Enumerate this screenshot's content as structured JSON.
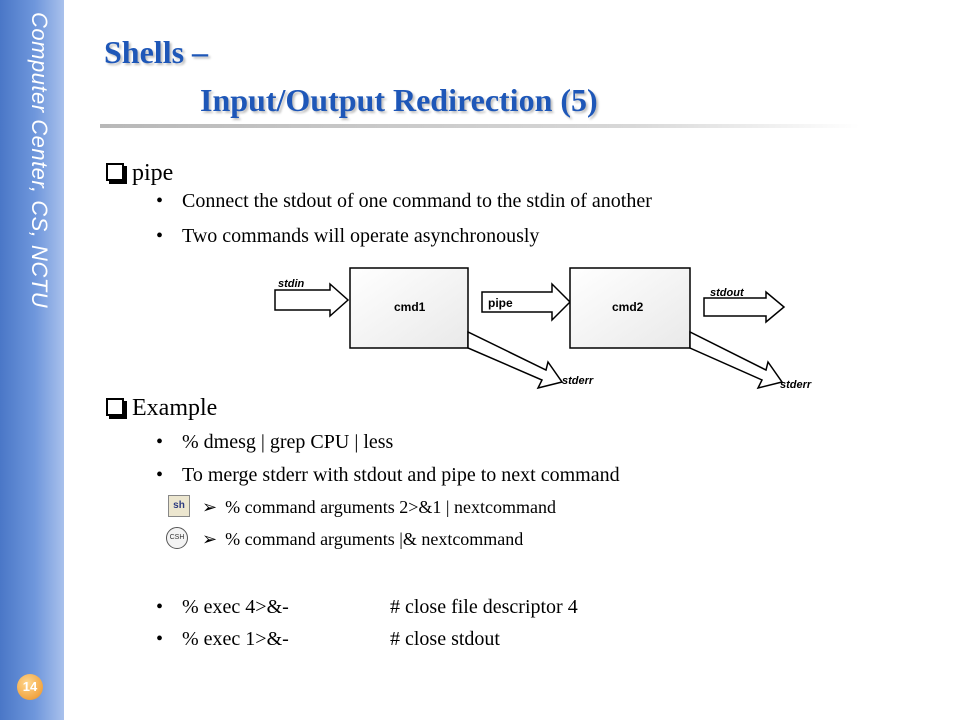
{
  "sidebar": {
    "text": "Computer Center, CS, NCTU",
    "page_number": "14"
  },
  "title": {
    "line1": "Shells –",
    "line2": "Input/Output Redirection (5)",
    "color": "#1e57b8"
  },
  "sections": {
    "pipe": {
      "heading": "pipe",
      "bullets": [
        "Connect the stdout of one command to the stdin of another",
        "Two commands will operate asynchronously"
      ]
    },
    "diagram": {
      "stdin": "stdin",
      "cmd1": "cmd1",
      "pipe": "pipe",
      "cmd2": "cmd2",
      "stdout": "stdout",
      "stderr1": "stderr",
      "stderr2": "stderr"
    },
    "example": {
      "heading": "Example",
      "bullet1": "% dmesg | grep CPU | less",
      "bullet2": "To merge stderr with stdout and pipe to next command",
      "sh_icon": "sh",
      "csh_icon": "CSH",
      "sub1": "% command arguments 2>&1 | nextcommand",
      "sub2": "% command arguments |& nextcommand",
      "exec1_cmd": "% exec 4>&-",
      "exec1_comment": "# close file descriptor 4",
      "exec2_cmd": "% exec 1>&-",
      "exec2_comment": "# close stdout"
    }
  }
}
